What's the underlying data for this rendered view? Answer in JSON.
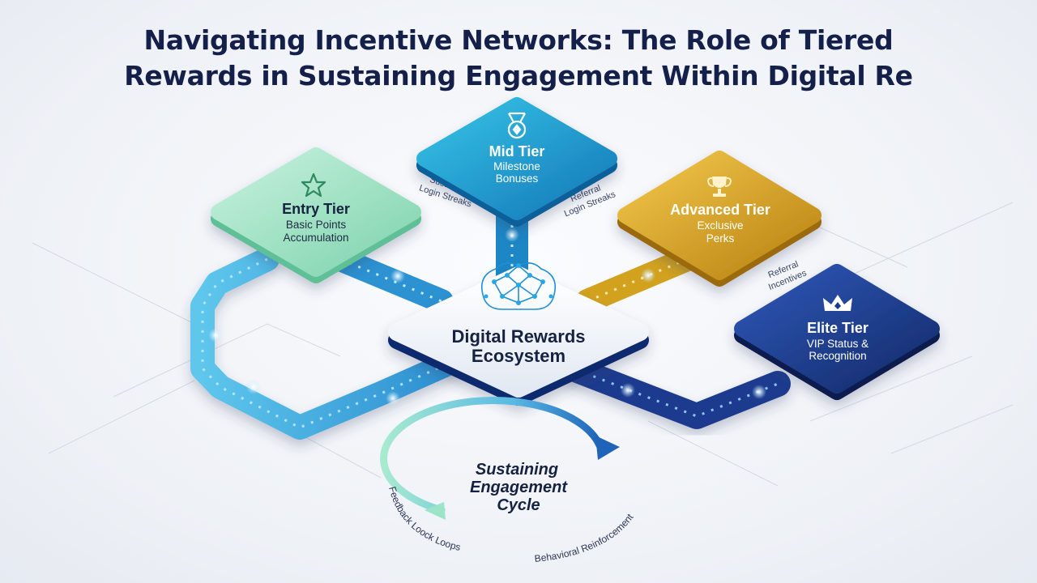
{
  "title": {
    "line1": "Navigating Incentive Networks: The Role of Tiered",
    "line2": "Rewards in Sustaining Engagement Within Digital Re"
  },
  "center": {
    "line1": "Digital Rewards",
    "line2": "Ecosystem",
    "icon": "brain-network-icon"
  },
  "tiers": {
    "entry": {
      "title": "Entry Tier",
      "line1": "Basic Points",
      "line2": "Accumulation",
      "icon": "star-icon",
      "color": "#8fdcb8"
    },
    "mid": {
      "title": "Mid Tier",
      "line1": "Milestone",
      "line2": "Bonuses",
      "icon": "medal-icon",
      "color": "#1e9bd0"
    },
    "advanced": {
      "title": "Advanced Tier",
      "line1": "Exclusive",
      "line2": "Perks",
      "icon": "trophy-icon",
      "color": "#d7a52a"
    },
    "elite": {
      "title": "Elite Tier",
      "line1": "VIP Status &",
      "line2": "Recognition",
      "icon": "crown-icon",
      "color": "#1b3a8c"
    }
  },
  "path_labels": {
    "sustained_1": "Sustained",
    "sustained_2": "Login Streaks",
    "referral_1": "Referral",
    "referral_2": "Login Streaks",
    "incentives_1": "Referral",
    "incentives_2": "Incentives"
  },
  "cycle": {
    "line1": "Sustaining",
    "line2": "Engagement",
    "line3": "Cycle",
    "left_label": "Feedback Loock Loops",
    "right_label": "Behavioral Reinforcement"
  }
}
